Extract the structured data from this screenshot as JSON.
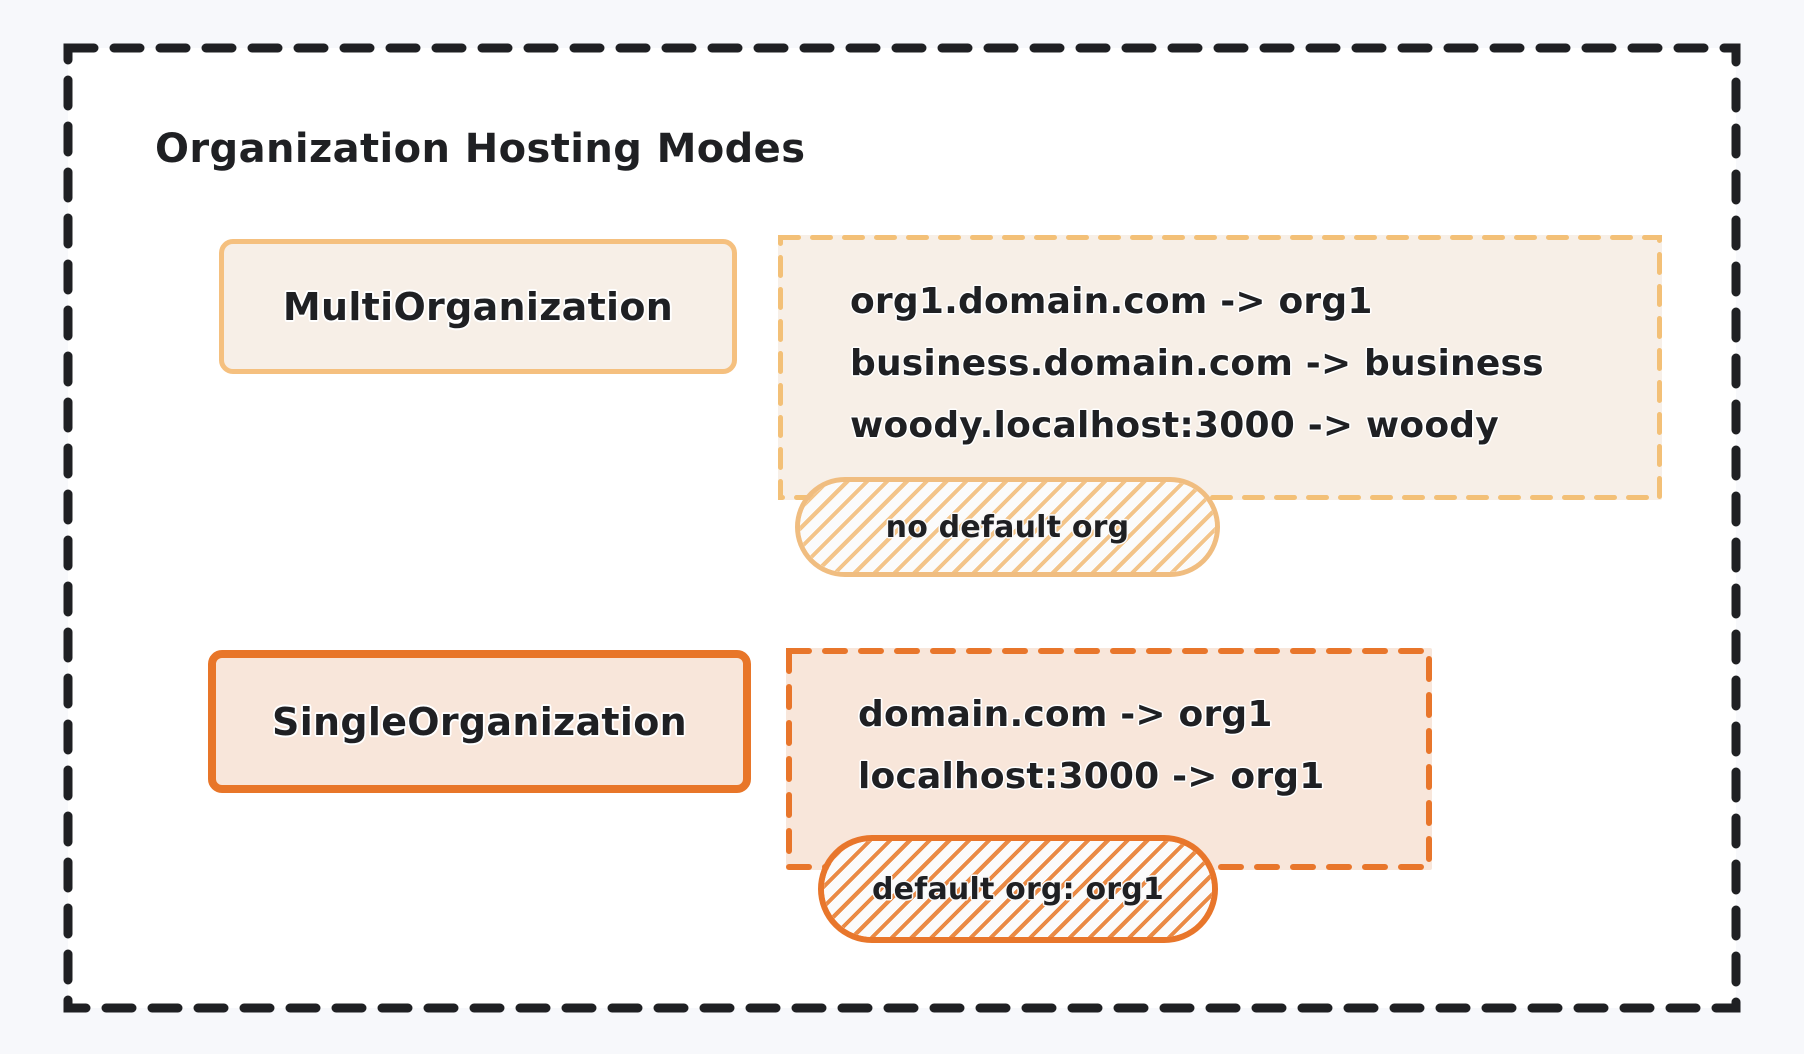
{
  "page": {
    "background_color": "#f7f8fb",
    "frame_background": "#ffffff",
    "frame_border_color": "#1f2023"
  },
  "diagram": {
    "title": "Organization Hosting Modes",
    "rows": [
      {
        "id": "multi-organization",
        "mode_label": "MultiOrganization",
        "accent_color": "#f5c07f",
        "fill_color": "#f7efe7",
        "mappings": [
          "org1.domain.com -> org1",
          "business.domain.com -> business",
          "woody.localhost:3000 -> woody"
        ],
        "badge": "no default org",
        "badge_border_color": "#f0bd80",
        "badge_hatch_color": "#f3c489"
      },
      {
        "id": "single-organization",
        "mode_label": "SingleOrganization",
        "accent_color": "#e87629",
        "fill_color": "#f8e6da",
        "mappings": [
          "domain.com -> org1",
          "localhost:3000 -> org1"
        ],
        "badge": "default org: org1",
        "badge_border_color": "#e8762b",
        "badge_hatch_color": "#ea8a45"
      }
    ]
  }
}
